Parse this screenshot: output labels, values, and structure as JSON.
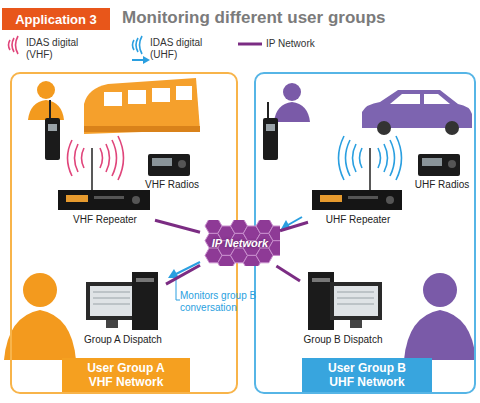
{
  "diagram": {
    "title": "Monitoring different user groups",
    "nodes": [
      {
        "text": [
          "User Group A VHF Network"
        ]
      },
      {
        "text": [
          "VHF Radios"
        ],
        "in": 0
      },
      {
        "text": [
          "VHF Repeater"
        ],
        "in": 0
      },
      {
        "text": [
          "Group A Dispatch"
        ],
        "in": 0
      },
      {
        "text": [
          "User Group B UHF Network"
        ]
      },
      {
        "text": [
          "UHF Radios"
        ],
        "in": 4
      },
      {
        "text": [
          "UHF Repeater"
        ],
        "in": 4
      },
      {
        "text": [
          "Group B Dispatch"
        ],
        "in": 4
      },
      {
        "text": [
          "IP Network"
        ]
      }
    ],
    "edges": [
      {
        "from": 2,
        "to": 8,
        "arrow": "none"
      },
      {
        "from": 6,
        "to": 8,
        "arrow": "none"
      },
      {
        "from": 3,
        "to": 8,
        "arrow": "none"
      },
      {
        "from": 7,
        "to": 8,
        "arrow": "none"
      }
    ],
    "labels": [
      "Application 3",
      "Monitors group B conversation"
    ],
    "legend": [
      {
        "text": "IDAS digital (VHF)"
      },
      {
        "text": "IDAS digital (UHF)"
      },
      {
        "text": "IP Network"
      }
    ]
  }
}
